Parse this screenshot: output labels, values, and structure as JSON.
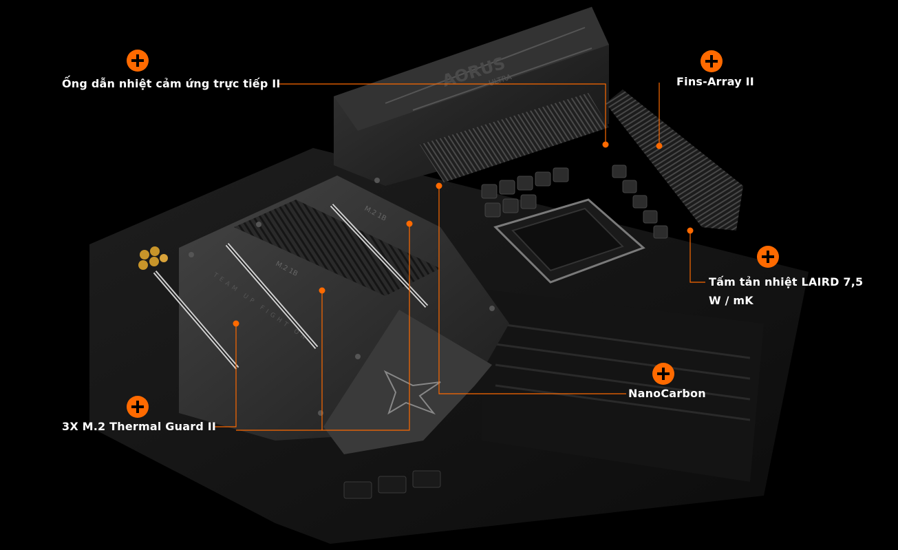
{
  "colors": {
    "accent": "#ff6a00",
    "background": "#000000",
    "board": "#1f1f1f"
  },
  "board_markings": {
    "brand": "AORUS",
    "edition": "ULTRA",
    "m2_label": "M.2 1B",
    "m2_label_2": "M.2 1B",
    "team_text": "TEAM UP FIGHT ON"
  },
  "hotspots": [
    {
      "id": "heatpipe",
      "label": "Ống dẫn nhiệt cảm ứng trực tiếp II",
      "icon": "plus-icon"
    },
    {
      "id": "fins-array",
      "label": "Fins-Array II",
      "icon": "plus-icon"
    },
    {
      "id": "laird",
      "label_line1": "Tấm tản nhiệt LAIRD 7,5",
      "label_line2": "W / mK",
      "icon": "plus-icon"
    },
    {
      "id": "nanocarbon",
      "label": "NanoCarbon",
      "icon": "plus-icon"
    },
    {
      "id": "m2-thermal",
      "label": "3X M.2 Thermal Guard II",
      "icon": "plus-icon"
    }
  ]
}
